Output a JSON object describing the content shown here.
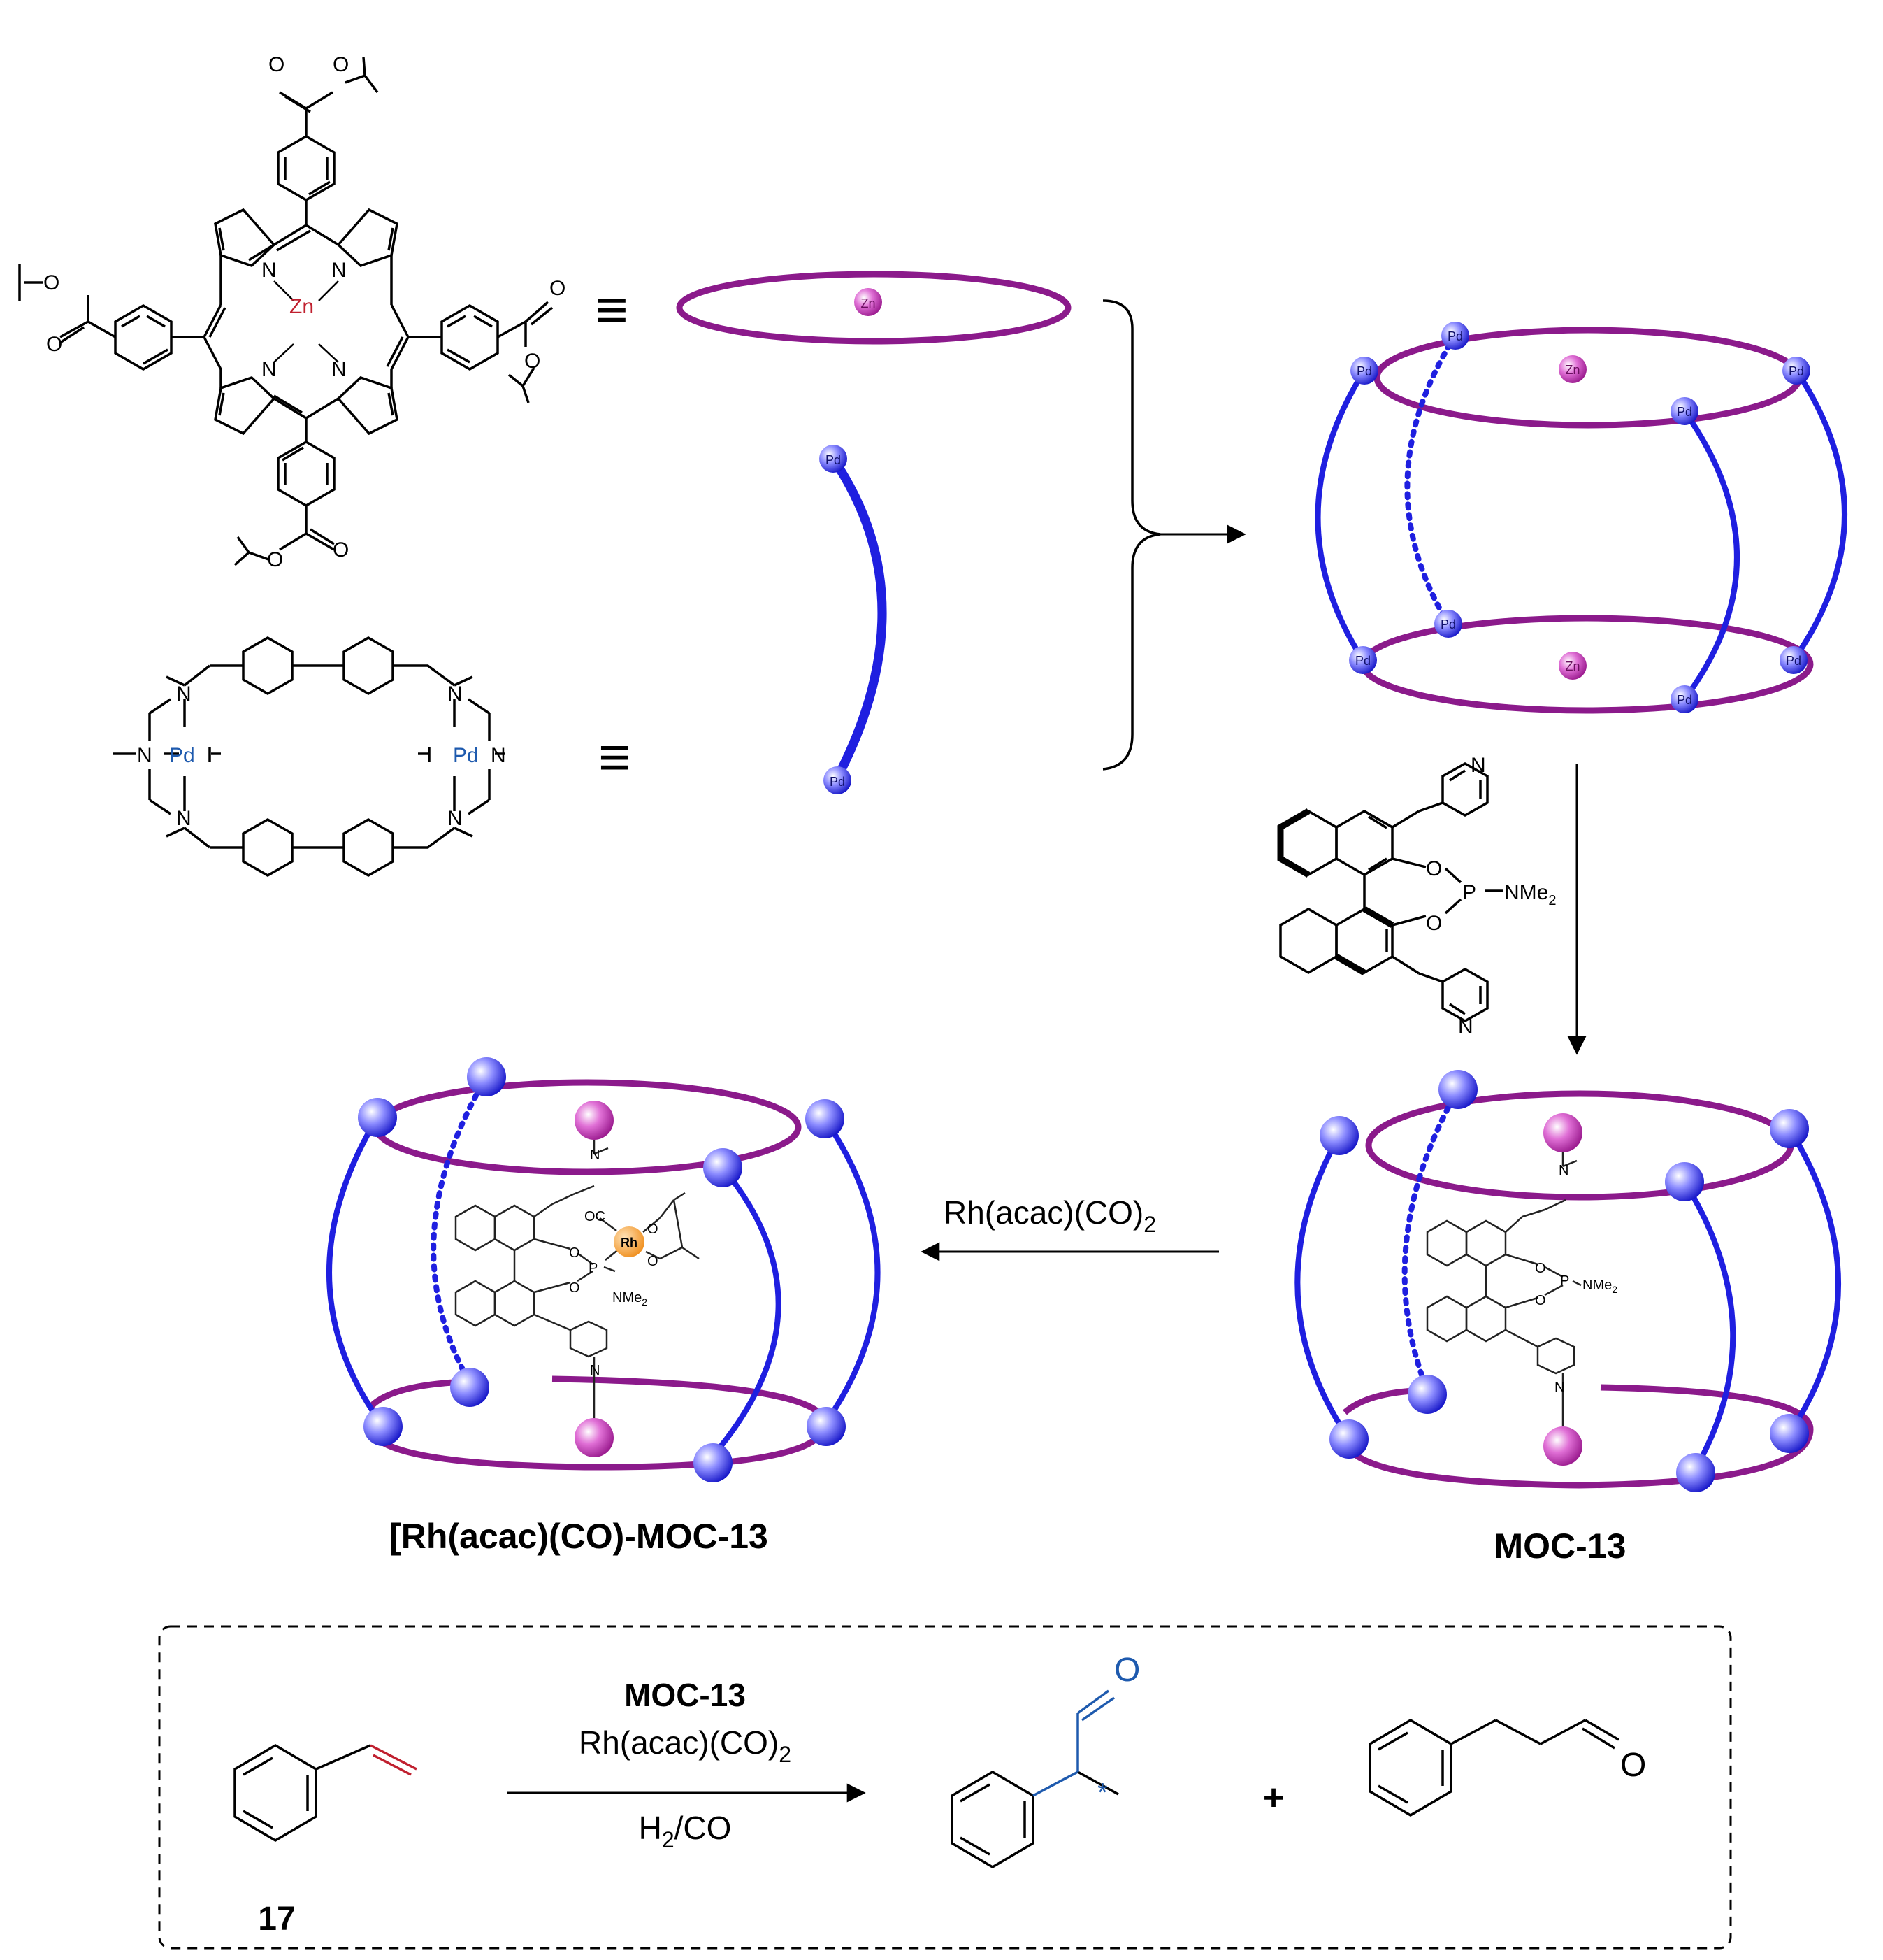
{
  "atoms": {
    "O": "O",
    "N": "N",
    "Zn": "Zn",
    "Pd": "Pd",
    "P": "P",
    "NMe2": "NMe",
    "sub2": "2",
    "Rh": "Rh",
    "OC": "OC",
    "star": "*"
  },
  "equiv_symbol": "≡",
  "node_labels": {
    "pd": "Pd",
    "zn": "Zn"
  },
  "reagents": {
    "rh_step_main": "Rh(acac)(CO)",
    "rh_step_sub": "2",
    "box_catalyst": "MOC-13",
    "box_rh_main": "Rh(acac)(CO)",
    "box_rh_sub": "2",
    "box_gas_h": "H",
    "box_gas_sub": "2",
    "box_gas_rest": "/CO"
  },
  "compounds": {
    "moc13": "MOC-13",
    "rh_moc13": "[Rh(acac)(CO)-MOC-13",
    "substrate": "17"
  },
  "plus": "+",
  "colors": {
    "purple": "#8B1A8B",
    "blue": "#1F1FE0",
    "zn_text": "#C0202F",
    "pd_text": "#1E5AAE",
    "vinyl": "#C0202F",
    "aldehyde_blue": "#1E5AAE",
    "rh_orange": "#F5A542"
  }
}
